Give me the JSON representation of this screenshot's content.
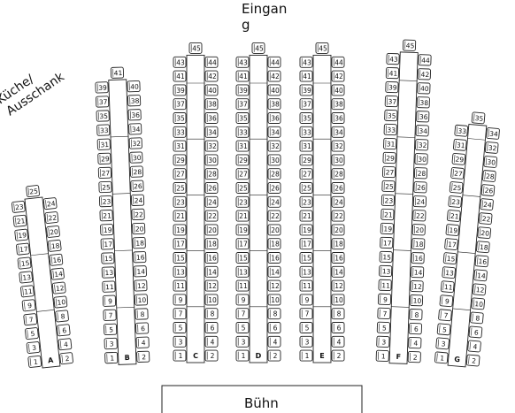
{
  "entrance": {
    "line1": "Eingan",
    "line2": "g"
  },
  "kitchen": {
    "line1": "Küche/",
    "line2": "Ausschank"
  },
  "stage": {
    "label": "Bühn"
  },
  "tables": [
    {
      "letter": "A",
      "seats": 25,
      "head_seat": "25"
    },
    {
      "letter": "B",
      "seats": 41,
      "head_seat": "41"
    },
    {
      "letter": "C",
      "seats": 45,
      "head_seat": "45"
    },
    {
      "letter": "D",
      "seats": 45,
      "head_seat": "45"
    },
    {
      "letter": "E",
      "seats": 45,
      "head_seat": "45"
    },
    {
      "letter": "F",
      "seats": 45,
      "head_seat": "45"
    },
    {
      "letter": "G",
      "seats": 35,
      "head_seat": "35"
    }
  ]
}
